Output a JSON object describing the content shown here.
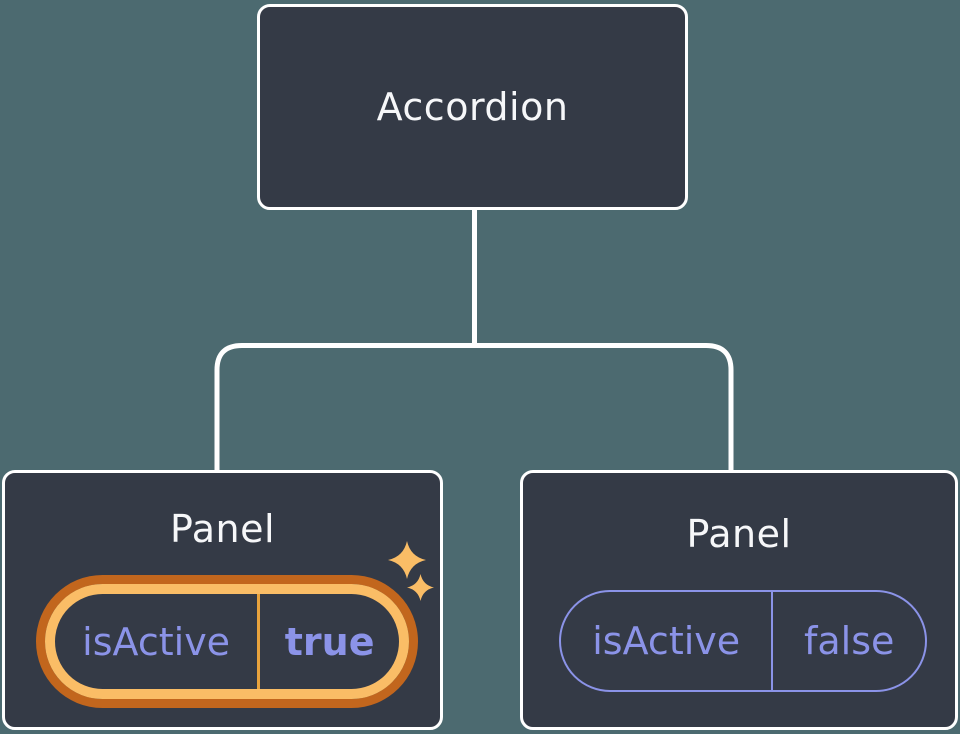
{
  "title": "Component tree diagram: Accordion with two Panel children and isActive state",
  "theme": {
    "background": "#4C6A70",
    "box_fill": "#343A46",
    "box_border": "#FFFFFF",
    "connector": "#FFFFFF",
    "text": "#F6F7F9",
    "purple": "#8B93E8",
    "orange_dark": "#C2661D",
    "orange_light": "#FABD66",
    "amber_divider": "#E8A33D",
    "sparkle": "#FABD66"
  },
  "tree": {
    "root": {
      "label": "Accordion"
    },
    "children": [
      {
        "label": "Panel",
        "state": {
          "key": "isActive",
          "value": "true"
        },
        "highlighted": true
      },
      {
        "label": "Panel",
        "state": {
          "key": "isActive",
          "value": "false"
        },
        "highlighted": false
      }
    ]
  }
}
